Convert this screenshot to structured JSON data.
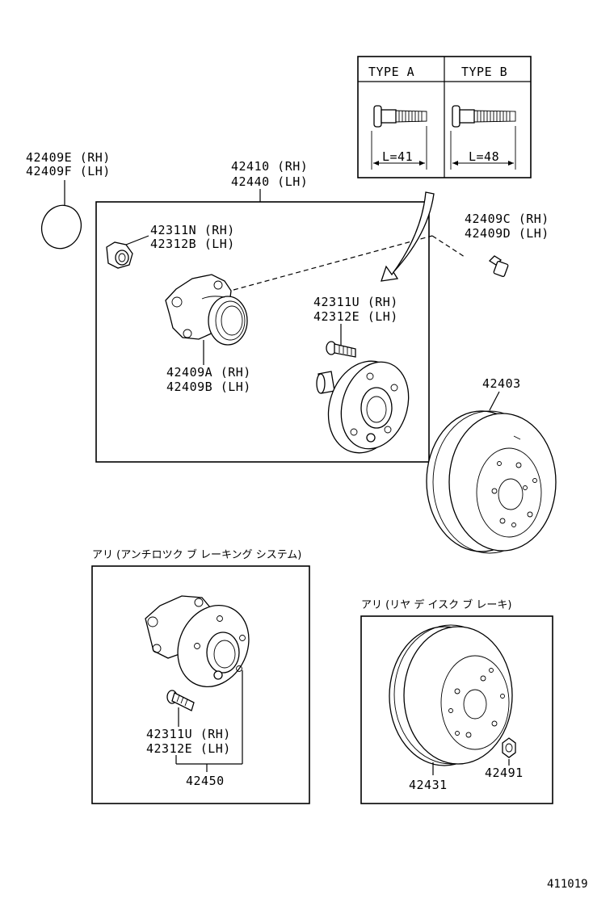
{
  "inset": {
    "type_a": "TYPE  A",
    "type_b": "TYPE  B",
    "length_a": "L=41",
    "length_b": "L=48"
  },
  "labels": {
    "oring_rh": "42409E (RH)",
    "oring_lh": "42409F (LH)",
    "hub_rh": "42410 (RH)",
    "hub_lh": "42440 (LH)",
    "nut_rh": "42311N (RH)",
    "nut_lh": "42312B (LH)",
    "bolt_c_rh": "42409C (RH)",
    "bolt_d_lh": "42409D (LH)",
    "stud_rh": "42311U (RH)",
    "stud_lh": "42312E (LH)",
    "bearing_rh": "42409A (RH)",
    "bearing_lh": "42409B (LH)",
    "drum": "42403",
    "abs_stud_rh": "42311U (RH)",
    "abs_stud_lh": "42312E (LH)",
    "abs_hub": "42450",
    "disc": "42431",
    "disc_nut": "42491"
  },
  "captions": {
    "abs": "アリ (アンチロツク  ブ レーキング  システム)",
    "rear_disc": "アリ (リヤ  デ イスク  ブ レーキ)"
  },
  "page_code": "411019"
}
